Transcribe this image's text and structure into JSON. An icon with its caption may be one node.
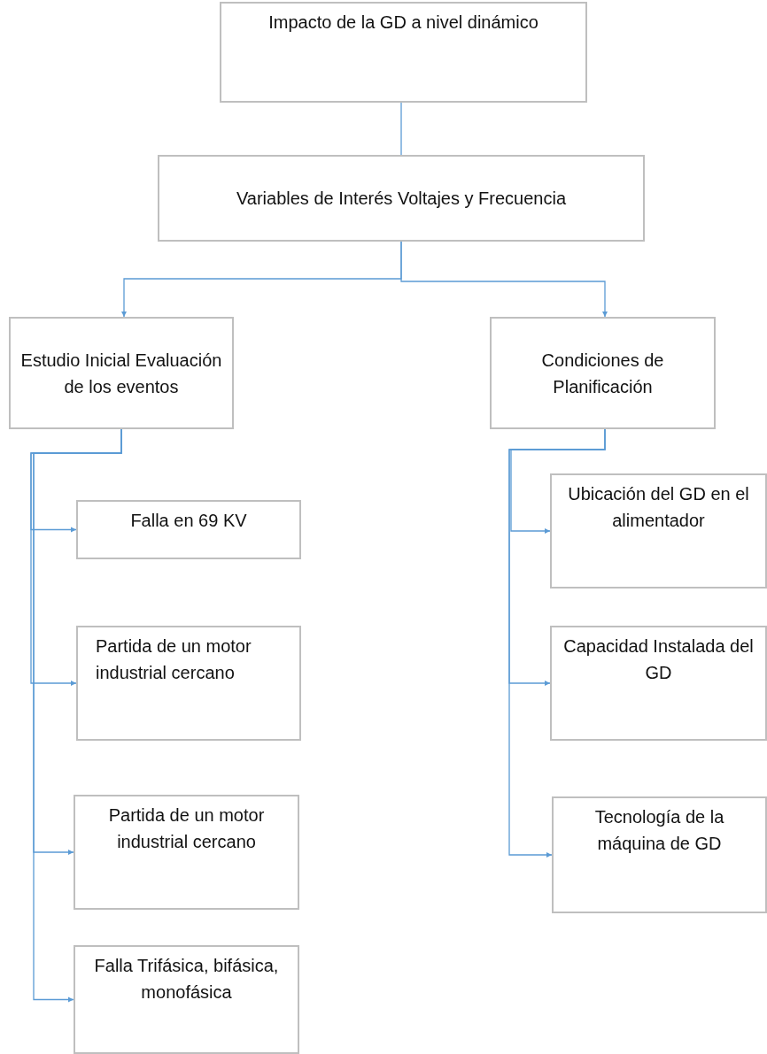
{
  "diagram": {
    "nodes": [
      {
        "text": [
          "Impacto de la GD a nivel dinámico"
        ]
      },
      {
        "text": [
          "Variables de Interés Voltajes y Frecuencia"
        ]
      },
      {
        "text": [
          "Estudio Inicial Evaluación de los eventos"
        ]
      },
      {
        "text": [
          "Condiciones de Planificación"
        ]
      },
      {
        "text": [
          "Falla en 69 KV"
        ]
      },
      {
        "text": [
          "Partida de un motor industrial cercano"
        ]
      },
      {
        "text": [
          "Partida de un motor industrial cercano"
        ]
      },
      {
        "text": [
          "Falla Trifásica, bifásica, monofásica"
        ]
      },
      {
        "text": [
          "Ubicación del GD en el alimentador"
        ]
      },
      {
        "text": [
          "Capacidad Instalada del GD"
        ]
      },
      {
        "text": [
          "Tecnología de la máquina de GD"
        ]
      }
    ],
    "edges": [
      {
        "from": 0,
        "to": 1,
        "arrow": "none"
      },
      {
        "from": 1,
        "to": 2,
        "arrow": "to"
      },
      {
        "from": 1,
        "to": 3,
        "arrow": "to"
      },
      {
        "from": 2,
        "to": 4,
        "arrow": "to"
      },
      {
        "from": 2,
        "to": 5,
        "arrow": "to"
      },
      {
        "from": 2,
        "to": 6,
        "arrow": "to"
      },
      {
        "from": 2,
        "to": 7,
        "arrow": "to"
      },
      {
        "from": 3,
        "to": 8,
        "arrow": "to"
      },
      {
        "from": 3,
        "to": 9,
        "arrow": "to"
      },
      {
        "from": 3,
        "to": 10,
        "arrow": "to"
      }
    ]
  }
}
